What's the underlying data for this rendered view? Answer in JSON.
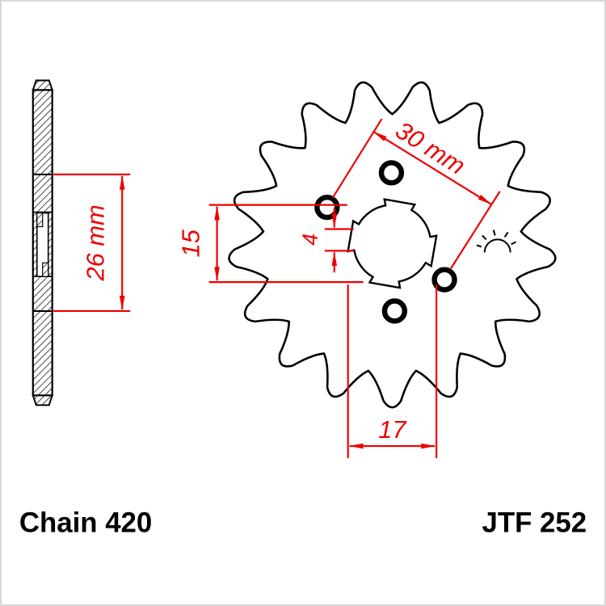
{
  "part": {
    "number": "JTF 252",
    "chain": "Chain 420"
  },
  "dimensions": {
    "bolt_circle": "30 mm",
    "hub_width": "26 mm",
    "bore_across_flats": "15",
    "spline_width": "4",
    "bore_max_width": "17"
  },
  "gear": {
    "teeth_count": 17,
    "bolt_holes": 4,
    "spline_notches": 4
  },
  "colors": {
    "dimension_red": "#ee0000",
    "outline_black": "#000000",
    "background": "#ffffff",
    "frame_gray": "#d8d8d8"
  }
}
